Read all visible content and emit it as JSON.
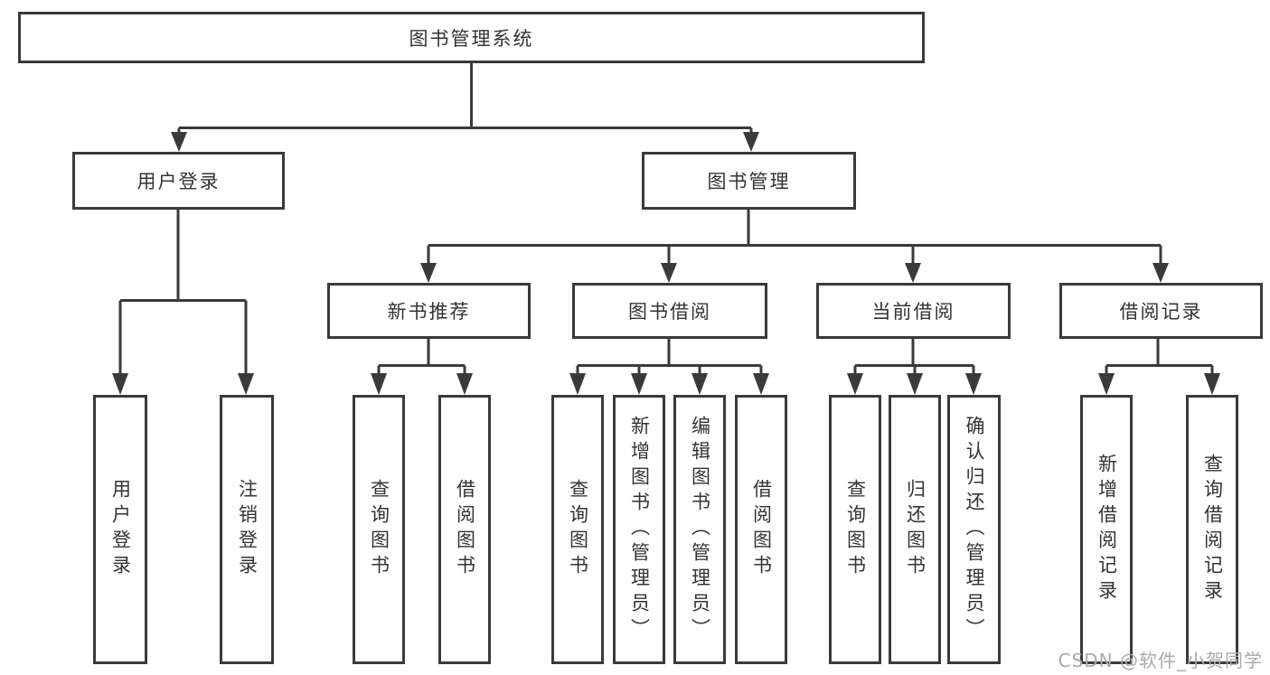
{
  "title": "图书管理系统",
  "branches": {
    "login": {
      "label": "用户登录",
      "children": [
        "用户登录",
        "注销登录"
      ]
    },
    "manage": {
      "label": "图书管理"
    }
  },
  "modules": [
    {
      "label": "新书推荐",
      "children": [
        "查询图书",
        "借阅图书"
      ]
    },
    {
      "label": "图书借阅",
      "children": [
        "查询图书",
        "新增图书（管理员）",
        "编辑图书（管理员）",
        "借阅图书"
      ]
    },
    {
      "label": "当前借阅",
      "children": [
        "查询图书",
        "归还图书",
        "确认归还（管理员）"
      ]
    },
    {
      "label": "借阅记录",
      "children": [
        "新增借阅记录",
        "查询借阅记录"
      ]
    }
  ],
  "watermark": "CSDN @软件_小贺同学",
  "colors": {
    "line": "#3a3a3a",
    "text": "#333333",
    "box_bg": "#ffffff",
    "watermark": "#a7aaae"
  }
}
